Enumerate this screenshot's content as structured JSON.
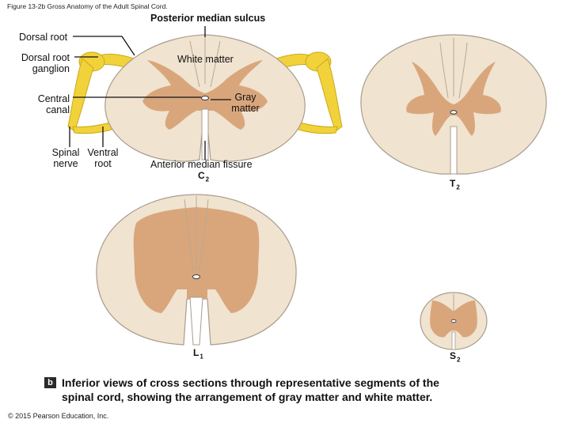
{
  "figure_title": "Figure 13-2b Gross Anatomy of the Adult Spinal Cord.",
  "labels": {
    "posterior_median_sulcus": "Posterior median sulcus",
    "dorsal_root": "Dorsal root",
    "dorsal_root_ganglion": "Dorsal root\nganglion",
    "white_matter": "White matter",
    "gray_matter": "Gray\nmatter",
    "central_canal": "Central\ncanal",
    "spinal_nerve": "Spinal\nnerve",
    "ventral_root": "Ventral\nroot",
    "anterior_median_fissure": "Anterior median fissure"
  },
  "segments": [
    {
      "letter": "C",
      "number": "2"
    },
    {
      "letter": "T",
      "number": "2"
    },
    {
      "letter": "L",
      "number": "1"
    },
    {
      "letter": "S",
      "number": "2"
    }
  ],
  "caption": {
    "badge": "b",
    "text": "Inferior views of cross sections through representative segments of the\nspinal cord, showing the arrangement of gray matter and white matter."
  },
  "copyright": "© 2015 Pearson Education, Inc.",
  "colors": {
    "white_matter": "#f0e3d0",
    "white_matter_outline": "#a99c8c",
    "gray_matter": "#d9a67c",
    "nerve": "#f2d23a",
    "nerve_outline": "#c9a91a",
    "leader_line": "#111111"
  }
}
